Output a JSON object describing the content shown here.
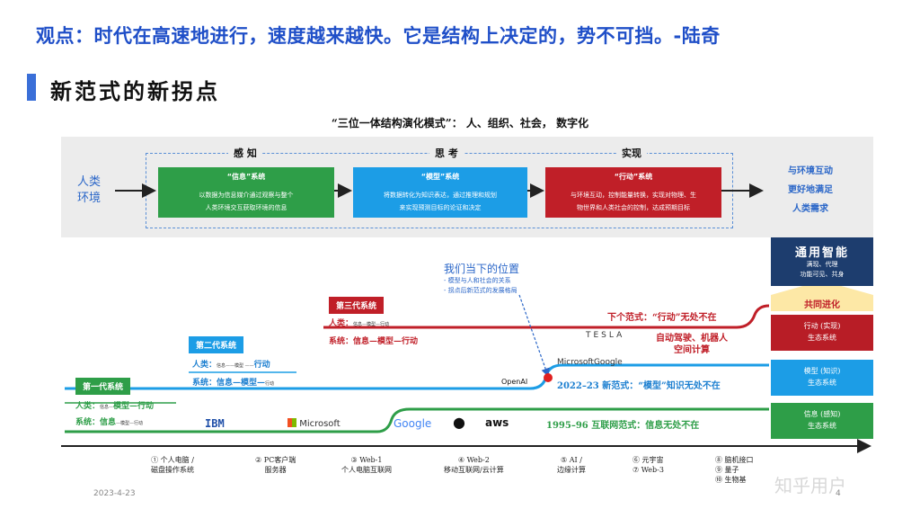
{
  "header": {
    "quote": "观点：时代在高速地进行，速度越来越快。它是结构上决定的，势不可挡。-陆奇",
    "title": "新范式的新拐点"
  },
  "diagram": {
    "subtitle": "“三位一体结构演化模式”： 人、组织、社会， 数字化",
    "left_label_line1": "人类",
    "left_label_line2": "环境",
    "stages": [
      {
        "header": "感 知",
        "title": "“信息”系统",
        "desc_line1": "以数据为信息媒介通过观察与整个",
        "desc_line2": "人类环境交互获取环境的信息",
        "color": "#2e9e48"
      },
      {
        "header": "思 考",
        "title": "“模型”系统",
        "desc_line1": "将数据转化为知识表达，通过推理和规划",
        "desc_line2": "来实现预测目标的论证和决定",
        "color": "#1c9de6"
      },
      {
        "header": "实现",
        "title": "“行动”系统",
        "desc_line1": "与环境互动，控制能量转换，实现对物理、生",
        "desc_line2": "物世界和人类社会的控制，达成预期目标",
        "color": "#c01f28"
      }
    ],
    "right_labels": [
      "与环境互动",
      "更好地满足",
      "人类需求"
    ]
  },
  "timeline": {
    "gen1": {
      "label": "第一代系统",
      "human_prefix": "人类：",
      "human_small": "信息—",
      "human_main": "模型—行动",
      "system_prefix": "系统：",
      "system_main": "信息",
      "system_small": "—模型—行动"
    },
    "gen2": {
      "label": "第二代系统",
      "human_prefix": "人类：",
      "human_small": "信息——模型 ——",
      "human_main": "行动",
      "system_prefix": "系统：",
      "system_main": "信息—模型—",
      "system_small": "行动"
    },
    "gen3": {
      "label": "第三代系统",
      "human_prefix": "人类：",
      "human_small": "信息—模型—行动",
      "system_prefix": "系统：",
      "system_main": "信息—模型—行动"
    },
    "position_title": "我们当下的位置",
    "position_notes": [
      "- 模型与人和社会的关系",
      "- 拐点后新范式的发展格局"
    ],
    "next_paradigm": "下个范式：“行动”无处不在",
    "next_detail_line1": "自动驾驶、机器人",
    "next_detail_line2": "空间计算",
    "model_paradigm": "2022–23 新范式：“模型”知识无处不在",
    "internet_paradigm": "1995–96 互联网范式：信息无处不在",
    "logos": {
      "ibm": "IBM",
      "microsoft": "Microsoft",
      "google": "Google",
      "aws": "aws",
      "openai": "OpenAI",
      "microsoft_google": "MicrosoftGoogle",
      "tesla": "TESLA"
    },
    "ticks": [
      {
        "l1": "① 个人电脑 /",
        "l2": "磁盘操作系统"
      },
      {
        "l1": "② PC客户端",
        "l2": "服务器"
      },
      {
        "l1": "③ Web-1",
        "l2": "个人电脑互联网"
      },
      {
        "l1": "④ Web-2",
        "l2": "移动互联网/云计算"
      },
      {
        "l1": "⑤ AI /",
        "l2": "边缘计算"
      },
      {
        "l1": "⑥ 元宇宙",
        "l2": "⑦ Web-3"
      },
      {
        "l1": "⑧ 脑机接口",
        "l2": "⑨ 量子",
        "l3": "⑩ 生物基"
      }
    ]
  },
  "stack": {
    "top_title": "通用智能",
    "top_line1": "满现、代理",
    "top_line2": "功能可见、共身",
    "arrow_label": "共同进化",
    "layers": [
      {
        "line1": "行动 (实现)",
        "line2": "生态系统",
        "color": "#b81d26"
      },
      {
        "line1": "模型 (知识)",
        "line2": "生态系统",
        "color": "#1c9de6"
      },
      {
        "line1": "信息 (感知)",
        "line2": "生态系统",
        "color": "#2e9e48"
      }
    ]
  },
  "footer": {
    "date": "2023-4-23",
    "page": "4",
    "watermark": "知乎用户"
  }
}
